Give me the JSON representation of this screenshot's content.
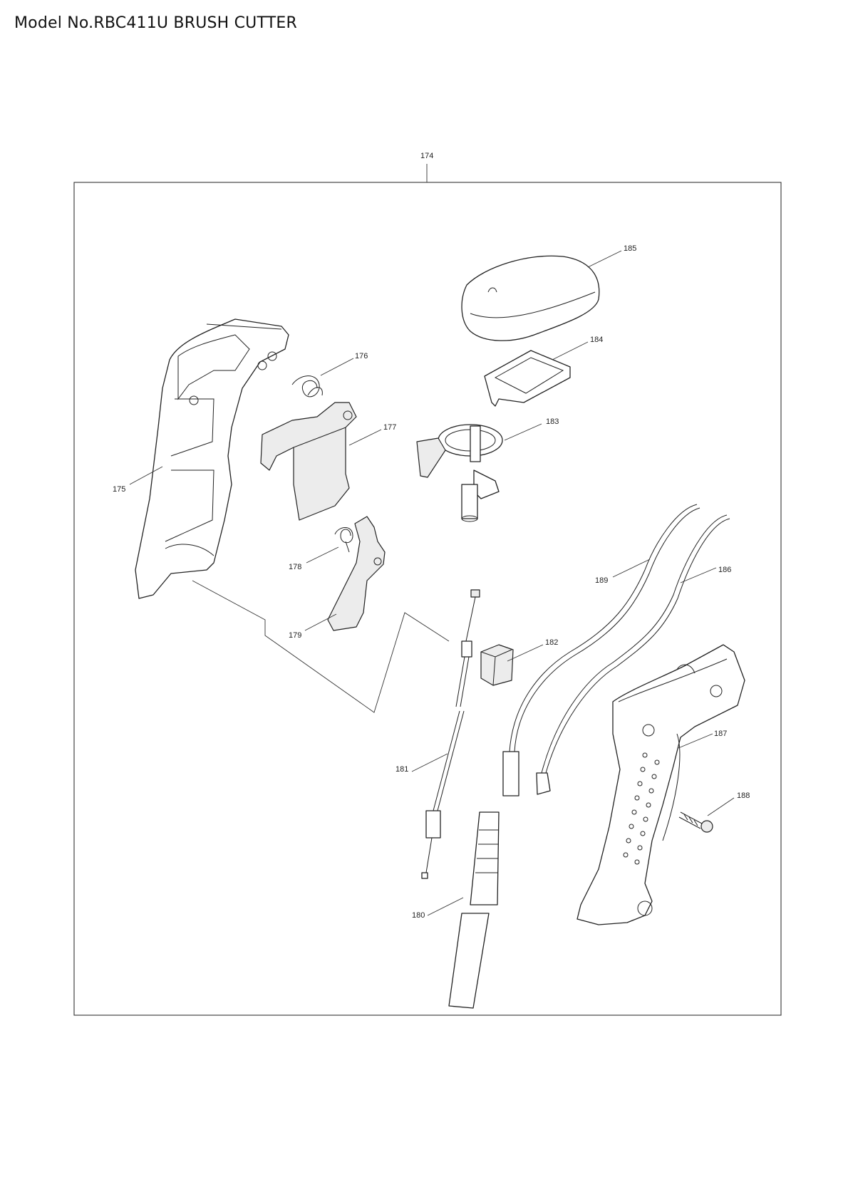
{
  "title": "Model No.RBC411U BRUSH CUTTER",
  "callouts": {
    "c174": "174",
    "c175": "175",
    "c176": "176",
    "c177": "177",
    "c178": "178",
    "c179": "179",
    "c180": "180",
    "c181": "181",
    "c182": "182",
    "c183": "183",
    "c184": "184",
    "c185": "185",
    "c186": "186",
    "c187": "187",
    "c188": "188",
    "c189": "189"
  }
}
